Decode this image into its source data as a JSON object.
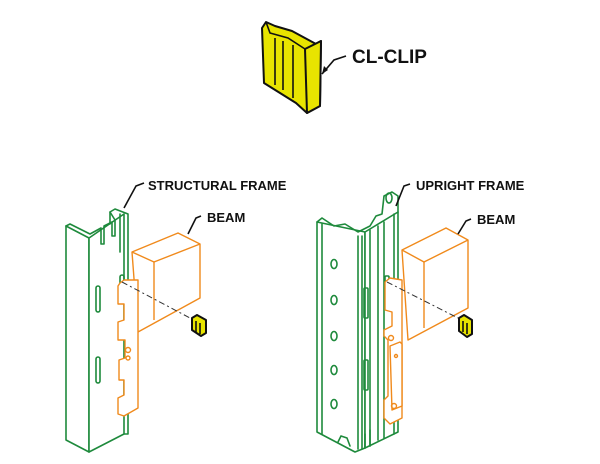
{
  "labels": {
    "clip": "CL-CLIP",
    "left_frame": "STRUCTURAL FRAME",
    "left_beam": "BEAM",
    "right_frame": "UPRIGHT FRAME",
    "right_beam": "BEAM"
  },
  "colors": {
    "frame": "#1e8a3c",
    "beam": "#f08a1c",
    "clip": "#e8e400",
    "outline": "#111111"
  }
}
